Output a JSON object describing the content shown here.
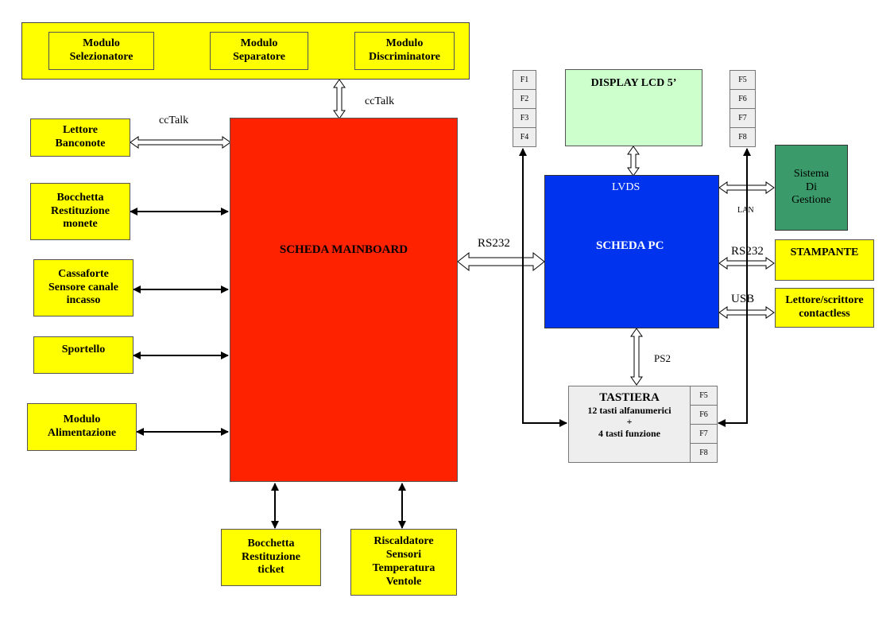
{
  "colors": {
    "yellow": "#ffff00",
    "mainboard": "#ff2200",
    "pc": "#0033ee",
    "display": "#ccffcc",
    "gestione": "#3a9a6a",
    "keyboard": "#eeeeee"
  },
  "modules": {
    "selezionatore": "Modulo\nSelezionatore",
    "separatore": "Modulo\nSeparatore",
    "discriminatore": "Modulo\nDiscriminatore"
  },
  "left": {
    "lettore": "Lettore\nBanconote",
    "bocchetta_monete": "Bocchetta\nRestituzione\nmonete",
    "cassaforte": "Cassaforte\nSensore canale\nincasso",
    "sportello": "Sportello",
    "alimentazione": "Modulo\nAlimentazione"
  },
  "bottom": {
    "bocchetta_ticket": "Bocchetta\nRestituzione\nticket",
    "riscaldatore": "Riscaldatore\nSensori\nTemperatura\nVentole"
  },
  "mainboard": "SCHEDA MAINBOARD",
  "pc": {
    "title": "SCHEDA PC",
    "lvds": "LVDS"
  },
  "display": "DISPLAY LCD 5’",
  "gestione": "Sistema\nDi\nGestione",
  "stampante": "STAMPANTE",
  "contactless": "Lettore/scrittore\ncontactless",
  "tastiera": {
    "title": "TASTIERA",
    "line1": "12 tasti alfanumerici",
    "line2": "+",
    "line3": "4 tasti funzione",
    "keys": [
      "F5",
      "F6",
      "F7",
      "F8"
    ]
  },
  "fkeys_left": [
    "F1",
    "F2",
    "F3",
    "F4"
  ],
  "fkeys_right": [
    "F5",
    "F6",
    "F7",
    "F8"
  ],
  "labels": {
    "cctalk_top": "ccTalk",
    "cctalk_left": "ccTalk",
    "rs232_main": "RS232",
    "rs232_printer": "RS232",
    "usb": "USB",
    "lan": "LAN",
    "ps2": "PS2"
  }
}
